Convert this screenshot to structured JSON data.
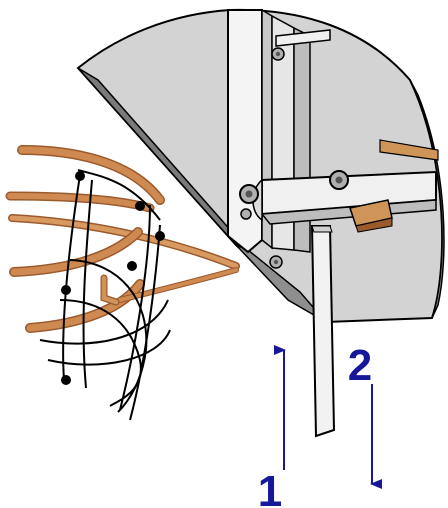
{
  "figure": {
    "callouts": [
      {
        "id": "1",
        "label": "1"
      },
      {
        "id": "2",
        "label": "2"
      }
    ]
  },
  "colors": {
    "annotation": "#17179a",
    "housing": "#d3d3d3",
    "housing_dark": "#a9a9a9",
    "outline": "#000000",
    "copper": "#cf8a52",
    "copper_dark": "#9a5a2c",
    "bracket": "#cf9458",
    "slider": "#f2f2f2",
    "background": "#ffffff"
  },
  "icons": {
    "arrow_up": "arrow-up-icon",
    "arrow_down": "arrow-down-icon"
  }
}
